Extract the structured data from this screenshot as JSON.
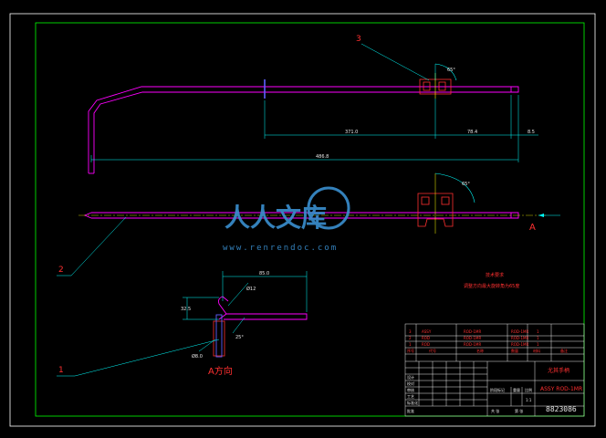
{
  "drawing": {
    "balloons": {
      "item1": "1",
      "item2": "2",
      "item3": "3"
    },
    "view_label_a": "A",
    "view_label_a_direction": "A方向",
    "dimensions": {
      "overall_length": "486.8",
      "segment_1": "371.0",
      "segment_2": "78.4",
      "end_offset": "8.5",
      "angle_top": "65°",
      "angle_bottom": "65°",
      "a_view_width": "85.0",
      "a_view_height": "32.5",
      "a_view_diameter": "Ø12",
      "a_view_offset": "Ø8.0",
      "a_view_angle": "25°"
    },
    "tech_notes": [
      "技术要求",
      "调整方向最大旋转角为65度"
    ]
  },
  "watermark": {
    "text": "人人文库",
    "url": "www.renrendoc.com"
  },
  "title_block": {
    "revision_rows": [
      {
        "col1": "3",
        "col2": "ASSY",
        "col3": "ROD-1MR",
        "col4": "ROD-1MR",
        "col5": "1"
      },
      {
        "col1": "2",
        "col2": "ROD",
        "col3": "ROD-1MR",
        "col4": "ROD-1MR",
        "col5": "1"
      },
      {
        "col1": "1",
        "col2": "ROD",
        "col3": "ROD-1MR",
        "col4": "ROD-1MR",
        "col5": "1"
      }
    ],
    "header_cells": [
      "序号",
      "代号",
      "名称",
      "数量",
      "材料",
      "备注"
    ],
    "part_name": "尤其手柄",
    "assembly_name": "ASSY ROD-1MR",
    "drawing_number": "8823086",
    "labels": [
      "设计",
      "校对",
      "审核",
      "工艺",
      "标准化",
      "批准",
      "阶段标记",
      "重量",
      "比例",
      "共 张",
      "第 张"
    ],
    "scale": "1:1"
  }
}
